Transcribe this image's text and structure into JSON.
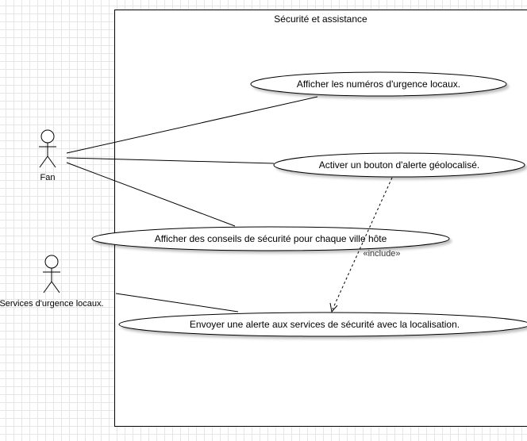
{
  "system": {
    "title": "Sécurité et assistance"
  },
  "actors": {
    "fan": "Fan",
    "services": "Services d'urgence locaux."
  },
  "use_cases": {
    "numeros": "Afficher les numéros d'urgence locaux.",
    "bouton": "Activer un bouton d'alerte géolocalisé.",
    "conseils": "Afficher des conseils de sécurité pour chaque ville hôte",
    "alerte": "Envoyer une alerte aux services de sécurité avec la localisation."
  },
  "relations": {
    "include_label": "«include»"
  }
}
